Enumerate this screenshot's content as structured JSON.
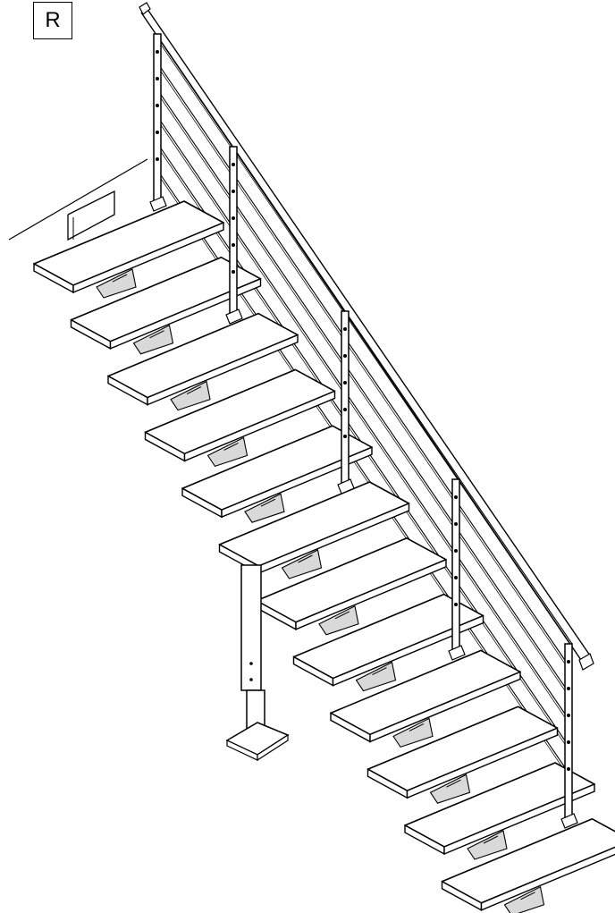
{
  "figure": {
    "view_label": "R",
    "description_tag": "",
    "step_count": 12,
    "post_count": 5,
    "cable_count": 6,
    "support_leg_count": 1
  },
  "colors": {
    "line": "#000000",
    "fill": "#ffffff",
    "shade": "#d9d9d9"
  }
}
